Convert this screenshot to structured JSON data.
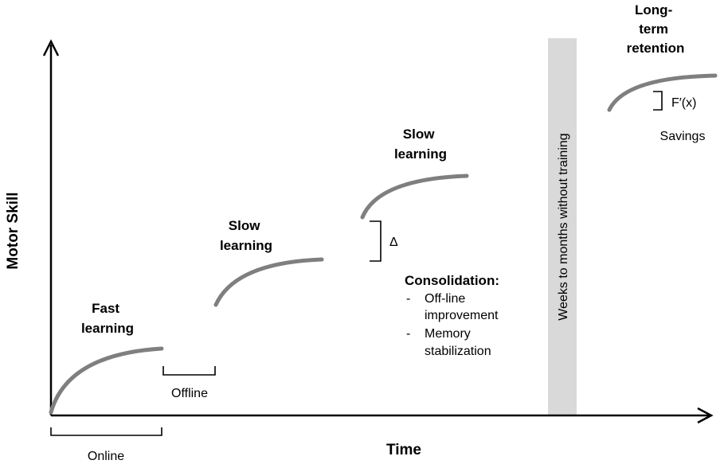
{
  "axes": {
    "x_label": "Time",
    "y_label": "Motor Skill"
  },
  "phases": {
    "fast_learning": [
      "Fast",
      "learning"
    ],
    "slow_learning_1": [
      "Slow",
      "learning"
    ],
    "slow_learning_2": [
      "Slow",
      "learning"
    ],
    "long_term_retention": [
      "Long-",
      "term",
      "retention"
    ]
  },
  "brackets": {
    "online": "Online",
    "offline": "Offline",
    "delta": "Δ",
    "savings_formula": "F′(x)",
    "savings": "Savings"
  },
  "consolidation": {
    "title": "Consolidation:",
    "item1_bullet": "-",
    "item1_line1": "Off-line",
    "item1_line2": "improvement",
    "item2_bullet": "-",
    "item2_line1": "Memory",
    "item2_line2": "stabilization"
  },
  "gap_bar": {
    "label": "Weeks to months without training"
  },
  "colors": {
    "curve": "#7f7f7f",
    "gap_bar": "#d9d9d9"
  }
}
